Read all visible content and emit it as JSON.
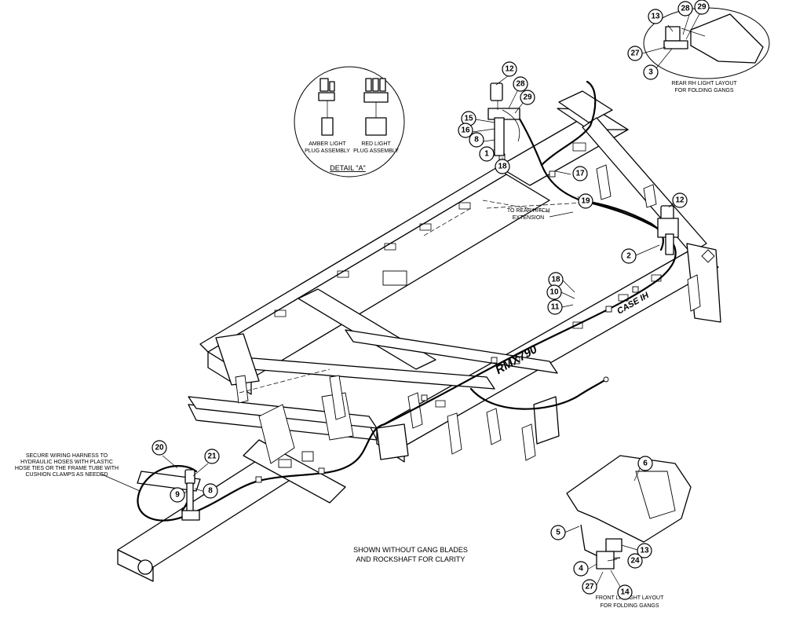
{
  "detail": {
    "title": "DETAIL \"A\"",
    "amber_line1": "AMBER LIGHT",
    "amber_line2": "PLUG ASSEMBLY",
    "red_line1": "RED LIGHT",
    "red_line2": "PLUG ASSEMBLY"
  },
  "rear_layout": {
    "line1": "REAR RH LIGHT LAYOUT",
    "line2": "FOR FOLDING GANGS"
  },
  "front_layout": {
    "line1": "FRONT LH LIGHT LAYOUT",
    "line2": "FOR FOLDING GANGS"
  },
  "notes": {
    "rear_hitch_line1": "TO REAR HITCH",
    "rear_hitch_line2": "EXTENSION",
    "secure_line1": "SECURE WIRING HARNESS TO",
    "secure_line2": "HYDRAULIC HOSES WITH PLASTIC",
    "secure_line3": "HOSE TIES OR THE FRAME TUBE WITH",
    "secure_line4": "CUSHION CLAMPS AS NEEDED",
    "shown_line1": "SHOWN WITHOUT GANG BLADES",
    "shown_line2": "AND ROCKSHAFT FOR CLARITY"
  },
  "decals": {
    "model": "RMX790",
    "brand": "CASE IH"
  },
  "callouts": {
    "c13_rear": "13",
    "c28_rear": "28",
    "c29_rear": "29",
    "c27_rear": "27",
    "c3_rear": "3",
    "c12_top": "12",
    "c28_top": "28",
    "c29_top": "29",
    "c15": "15",
    "c16": "16",
    "c8_top": "8",
    "c1": "1",
    "c18_top": "18",
    "c17": "17",
    "c19": "19",
    "c12_right": "12",
    "c2": "2",
    "c18_mid": "18",
    "c10": "10",
    "c11": "11",
    "c20": "20",
    "c21": "21",
    "c9": "9",
    "c8_bottom": "8",
    "c6": "6",
    "c5": "5",
    "c13_front": "13",
    "c24": "24",
    "c4": "4",
    "c27_front": "27",
    "c14": "14"
  }
}
